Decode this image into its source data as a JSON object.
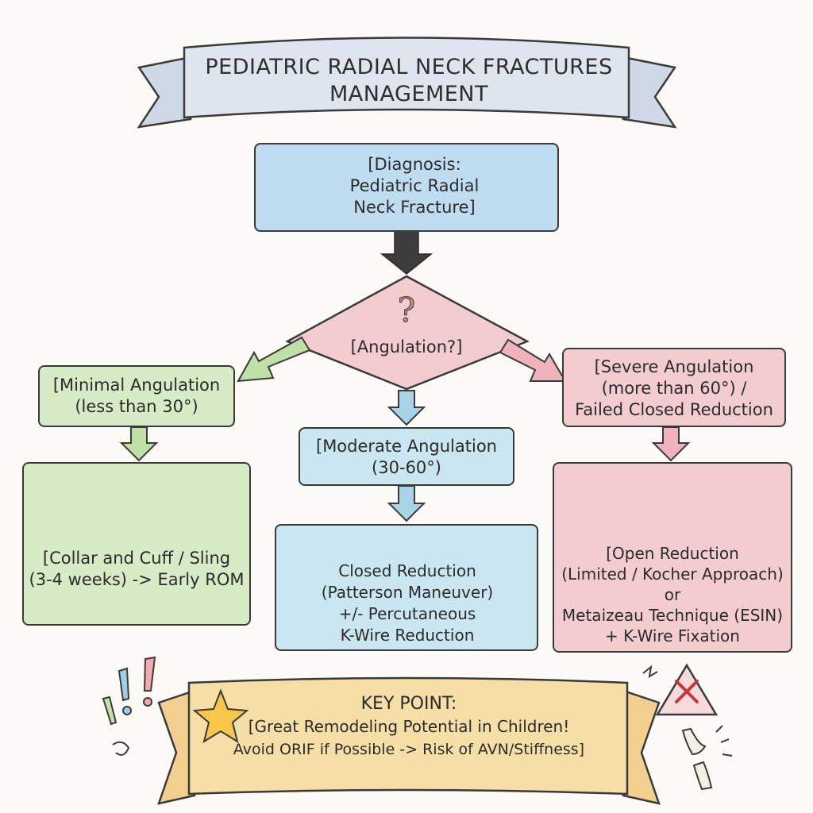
{
  "title": {
    "line1": "PEDIATRIC RADIAL NECK FRACTURES",
    "line2": "MANAGEMENT"
  },
  "diagnosis": {
    "lines": [
      "[Diagnosis:",
      "Pediatric Radial",
      "Neck Fracture]"
    ]
  },
  "decision": {
    "label": "[Angulation?]",
    "symbol": "?"
  },
  "branches": {
    "minimal": {
      "lines": [
        "[Minimal Angulation",
        "(less than 30°)"
      ],
      "treatment": [
        "[Collar and Cuff / Sling",
        "(3-4 weeks) -> Early ROM"
      ]
    },
    "moderate": {
      "lines": [
        "[Moderate Angulation",
        "(30-60°)"
      ],
      "treatment": [
        "Closed Reduction",
        "(Patterson Maneuver)",
        "+/- Percutaneous",
        "K-Wire Reduction"
      ]
    },
    "severe": {
      "lines": [
        "[Severe Angulation",
        "(more than 60°) /",
        "Failed Closed Reduction"
      ],
      "treatment": [
        "[Open Reduction",
        "(Limited / Kocher Approach)",
        "or",
        "Metaizeau Technique (ESIN)",
        "+ K-Wire Fixation"
      ]
    }
  },
  "key_point": {
    "heading": "KEY POINT:",
    "line1": "[Great Remodeling Potential in Children!",
    "line2": "Avoid ORIF if Possible -> Risk of AVN/Stiffness]"
  },
  "icons": {
    "diagnosis_left": "elbow-injury-icon",
    "diagnosis_right": "bone-joint-icon",
    "minimal": "arm-sling-icon",
    "moderate_top": "hands-reduction-icon",
    "moderate_left": "elbow-manipulation-icon",
    "moderate_right": "k-wire-icon",
    "severe_1": "elbow-incision-icon",
    "severe_2": "scalpel-icon",
    "severe_3": "crossed-wire-bone-icon",
    "key_star": "star-icon",
    "warning": "warning-triangle-icon",
    "knee": "joint-pain-icon"
  },
  "colors": {
    "green": "#d7ebc6",
    "blue": "#bfdcf0",
    "cyan": "#c9e6f1",
    "pink": "#f3ccd0",
    "banner": "#f6dfa6",
    "title_banner": "#dfe5ee",
    "arrow_dark": "#3d3d3d"
  }
}
